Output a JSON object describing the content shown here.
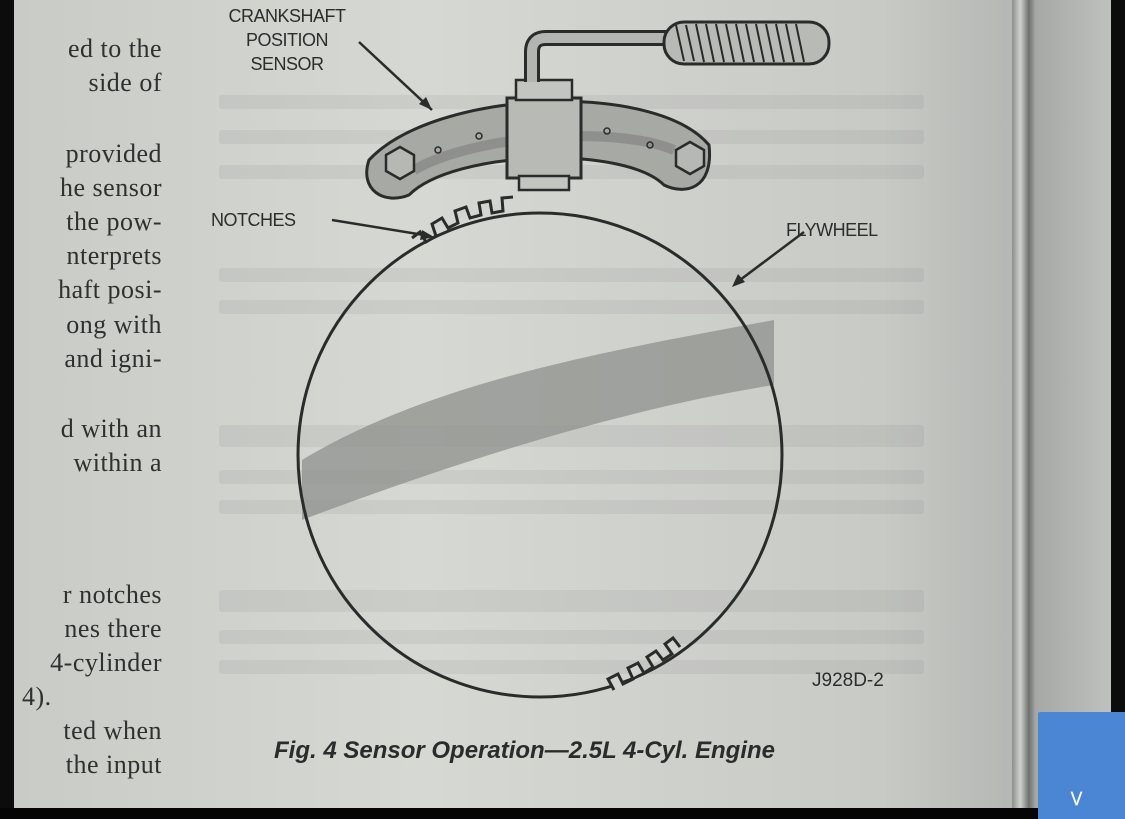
{
  "left_column_lines": [
    "ed to the",
    "side of",
    "",
    "provided",
    "he sensor",
    "the pow-",
    "nterprets",
    "haft posi-",
    "ong with",
    "and igni-",
    "",
    "d with an",
    "within a",
    "",
    "",
    "",
    "r notches",
    "nes there",
    "4-cylinder",
    "4).",
    "ted when",
    "the input"
  ],
  "figure": {
    "label_sensor_line1": "CRANKSHAFT",
    "label_sensor_line2": "POSITION",
    "label_sensor_line3": "SENSOR",
    "label_notches": "NOTCHES",
    "label_flywheel": "FLYWHEEL",
    "figure_id": "J928D-2",
    "caption": "Fig. 4 Sensor Operation—2.5L 4-Cyl. Engine"
  },
  "floating_button": {
    "glyph": "<"
  }
}
